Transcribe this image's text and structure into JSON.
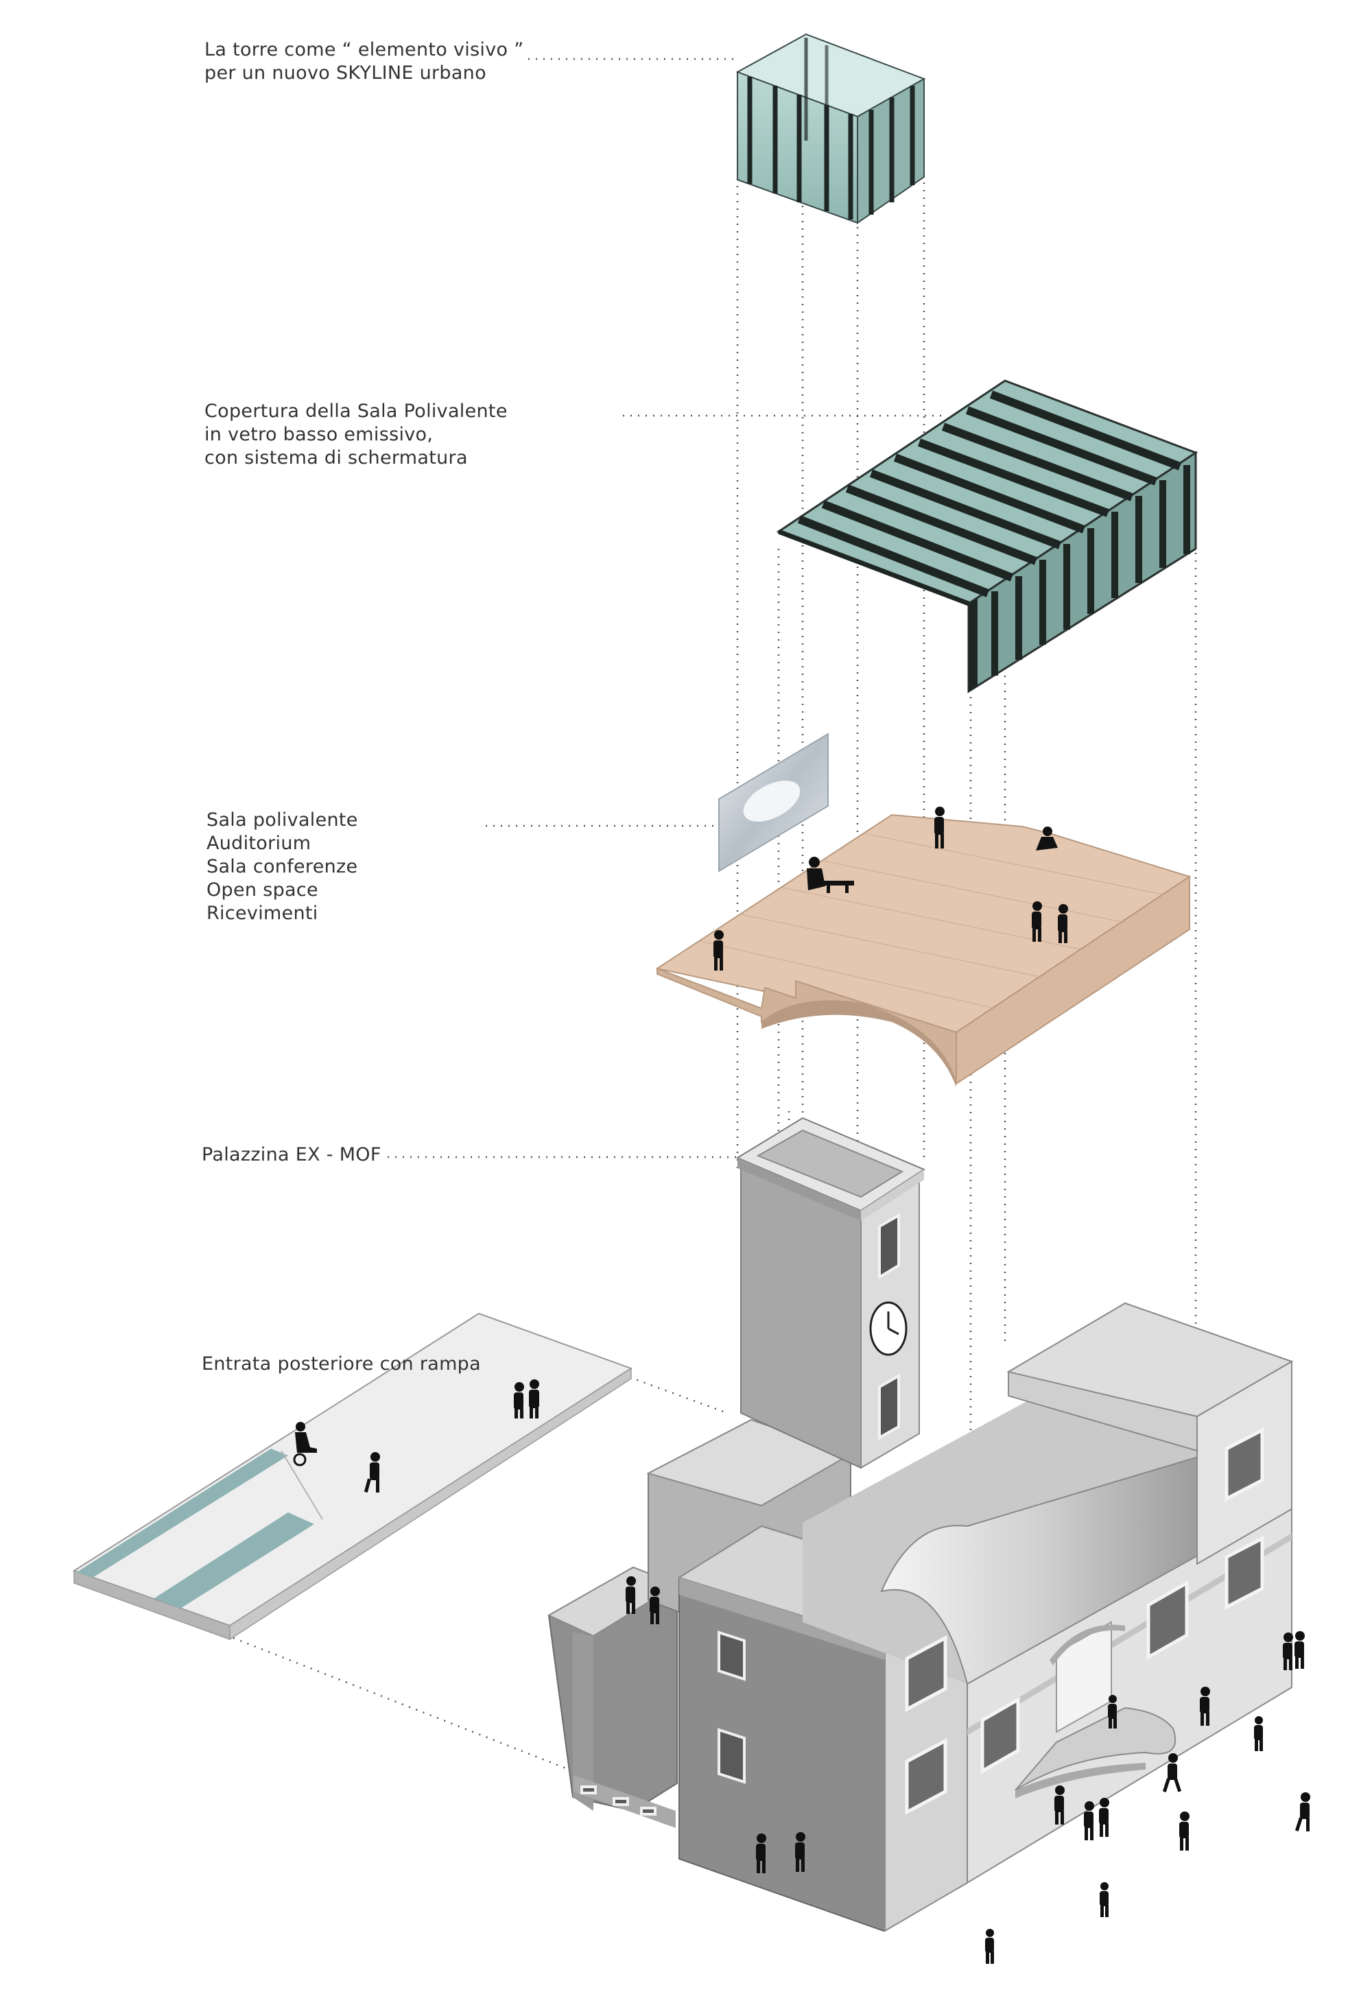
{
  "labels": {
    "tower": {
      "lines": [
        "La torre come “ elemento visivo ”",
        "per un nuovo SKYLINE urbano"
      ]
    },
    "roof": {
      "lines": [
        "Copertura della Sala Polivalente",
        "in vetro basso emissivo,",
        "con sistema di schermatura"
      ]
    },
    "hall": {
      "lines": [
        "Sala polivalente",
        "Auditorium",
        "Sala conferenze",
        "Open space",
        "Ricevimenti"
      ]
    },
    "building": {
      "lines": [
        "Palazzina EX - MOF"
      ]
    },
    "ramp": {
      "lines": [
        "Entrata posteriore con rampa"
      ]
    }
  },
  "components": [
    {
      "name": "glass-tower-crown",
      "icon": "glass-box-icon"
    },
    {
      "name": "glass-roof",
      "icon": "louvered-roof-icon"
    },
    {
      "name": "wooden-hall-platform",
      "icon": "wood-slab-icon"
    },
    {
      "name": "projection-screen",
      "icon": "screen-icon"
    },
    {
      "name": "ex-mof-building",
      "icon": "clock-tower-building-icon"
    },
    {
      "name": "rear-ramp",
      "icon": "ramp-icon"
    }
  ],
  "colors": {
    "glass": "#a8c9c3",
    "glass_dark": "#6f9590",
    "mullion": "#1e2624",
    "wood": "#e3c7b1",
    "wood_side": "#cfb298",
    "wall_light": "#e7e7e7",
    "wall_mid": "#b9b9b9",
    "wall_dark": "#8f8f8f",
    "leader": "#444444",
    "text": "#333333"
  }
}
